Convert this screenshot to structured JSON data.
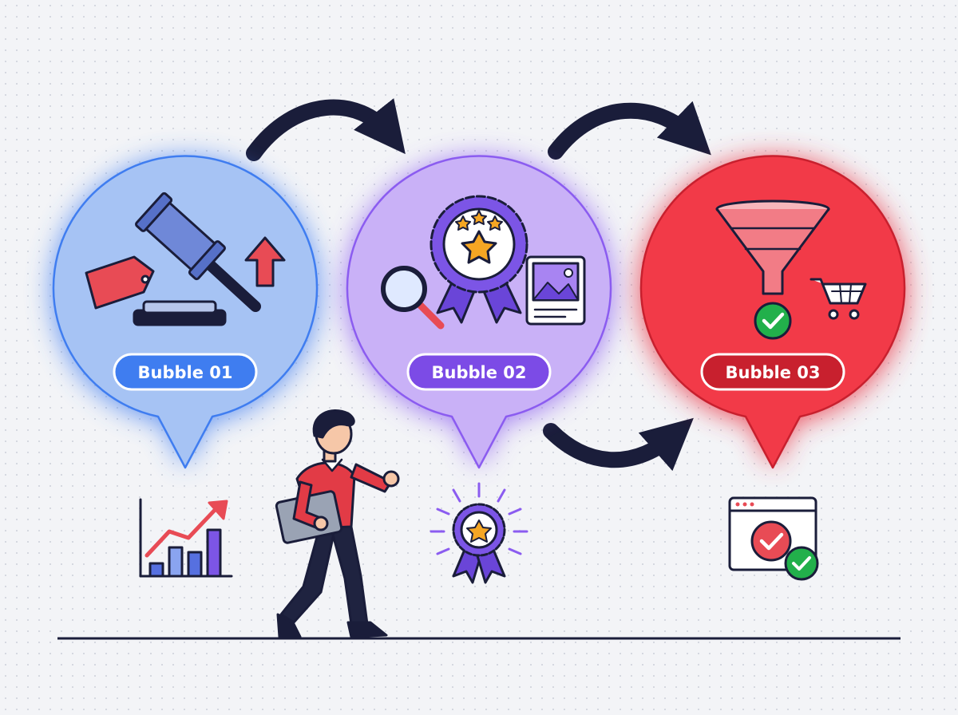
{
  "colors": {
    "bubble_1": "#3f7df0",
    "bubble_2": "#8b5cf0",
    "bubble_3": "#ea3444",
    "arrow": "#1a1d3a",
    "ground": "#1a1d3a"
  },
  "bubbles": [
    {
      "label": "Bubble 01",
      "icon": "gavel-price-tag-icon"
    },
    {
      "label": "Bubble 02",
      "icon": "award-ribbon-icon"
    },
    {
      "label": "Bubble 03",
      "icon": "sales-funnel-icon"
    }
  ],
  "below_icons": [
    "growth-bar-chart-icon",
    "award-medal-icon",
    "verified-browser-window-icon"
  ],
  "figure": "walking-person-with-laptop"
}
